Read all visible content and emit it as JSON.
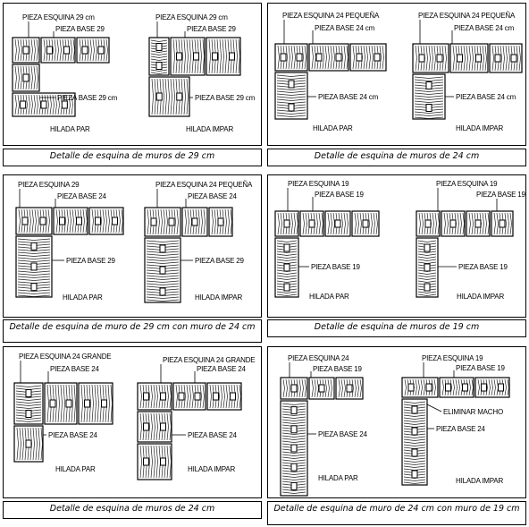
{
  "panels": [
    {
      "labels": {
        "esquina": "PIEZA ESQUINA",
        "esquina_size": "29 cm",
        "base_top": "PIEZA BASE 29",
        "base_mid": "PIEZA BASE",
        "base_mid_size": "29 cm",
        "hilada": "HILADA PAR"
      },
      "labels_right": {
        "esquina": "PIEZA ESQUINA",
        "esquina_size": "29 cm",
        "base_top": "PIEZA BASE 29",
        "base_mid": "PIEZA BASE",
        "base_mid_size": "29 cm",
        "hilada": "HILADA IMPAR"
      },
      "caption": "Detalle de esquina de muros de 29 cm"
    },
    {
      "labels": {
        "esquina": "PIEZA ESQUINA 24 PEQUEÑA",
        "base_top": "PIEZA BASE",
        "base_top_size": "24 cm",
        "base_mid": "PIEZA BASE",
        "base_mid_size": "24 cm",
        "hilada": "HILADA PAR"
      },
      "labels_right": {
        "esquina": "PIEZA ESQUINA 24 PEQUEÑA",
        "base_top": "PIEZA BASE",
        "base_top_size": "24 cm",
        "base_mid": "PIEZA BASE",
        "base_mid_size": "24 cm",
        "hilada": "HILADA IMPAR"
      },
      "caption": "Detalle de esquina de muros de 24 cm"
    },
    {
      "labels": {
        "esquina": "PIEZA ESQUINA 29",
        "base_top": "PIEZA BASE 24",
        "base_mid": "PIEZA BASE",
        "base_mid_size": "29",
        "hilada": "HILADA PAR"
      },
      "labels_right": {
        "esquina": "PIEZA ESQUINA 24 PEQUEÑA",
        "base_top": "PIEZA BASE 24",
        "base_mid": "PIEZA BASE",
        "base_mid_size": "29",
        "hilada": "HILADA IMPAR"
      },
      "caption": "Detalle de esquina de muro de 29 cm con muro de 24 cm"
    },
    {
      "labels": {
        "esquina": "PIEZA ESQUINA 19",
        "base_top": "PIEZA BASE 19",
        "base_mid": "PIEZA BASE 19",
        "hilada": "HILADA PAR"
      },
      "labels_right": {
        "esquina": "PIEZA ESQUINA",
        "esquina_size": "19",
        "base_top": "PIEZA BASE 19",
        "base_mid": "PIEZA BASE 19",
        "hilada": "HILADA IMPAR"
      },
      "caption": "Detalle de esquina de muros de 19 cm"
    },
    {
      "labels": {
        "esquina": "PIEZA ESQUINA 24 GRANDE",
        "base_top": "PIEZA BASE 24",
        "base_mid": "PIEZA BASE",
        "base_mid_size": "24",
        "hilada": "HILADA PAR"
      },
      "labels_right": {
        "esquina": "PIEZA ESQUINA 24 GRANDE",
        "base_top": "PIEZA BASE 24",
        "base_mid": "PIEZA BASE",
        "base_mid_size": "24",
        "hilada": "HILADA IMPAR"
      },
      "caption": "Detalle de esquina de muros de 24 cm"
    },
    {
      "labels": {
        "esquina": "PIEZA ESQUINA 24",
        "base_top": "PIEZA BASE 19",
        "base_mid": "PIEZA BASE",
        "base_mid_size": "24",
        "hilada": "HILADA PAR"
      },
      "labels_right": {
        "esquina": "PIEZA ESQUINA",
        "esquina_size": "19",
        "base_top": "PIEZA BASE 19",
        "eliminar": "ELIMINAR MACHO",
        "base_mid": "PIEZA BASE",
        "base_mid_size": "24",
        "hilada": "HILADA IMPAR"
      },
      "caption": "Detalle de esquina de muro de 24 cm con muro de 19 cm"
    }
  ]
}
